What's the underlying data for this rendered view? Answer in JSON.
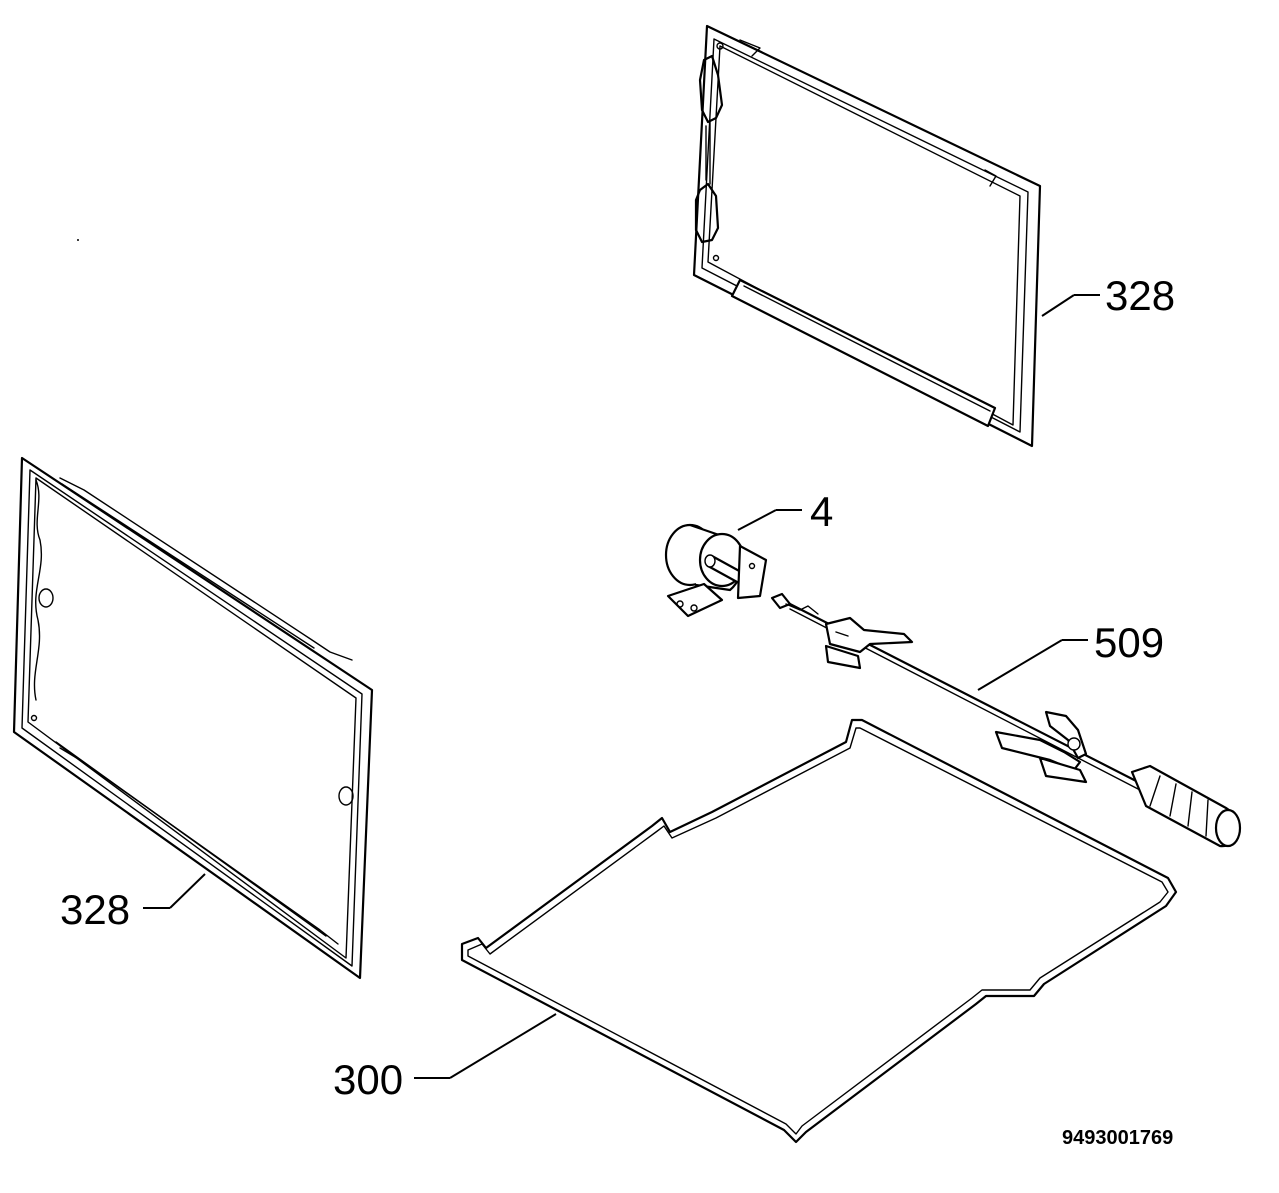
{
  "diagram": {
    "callouts": [
      {
        "id": "shelf-top-right",
        "label": "328"
      },
      {
        "id": "shelf-left",
        "label": "328"
      },
      {
        "id": "motor",
        "label": "4"
      },
      {
        "id": "spit",
        "label": "509"
      },
      {
        "id": "wire-rack",
        "label": "300"
      }
    ],
    "document_code": "9493001769"
  }
}
